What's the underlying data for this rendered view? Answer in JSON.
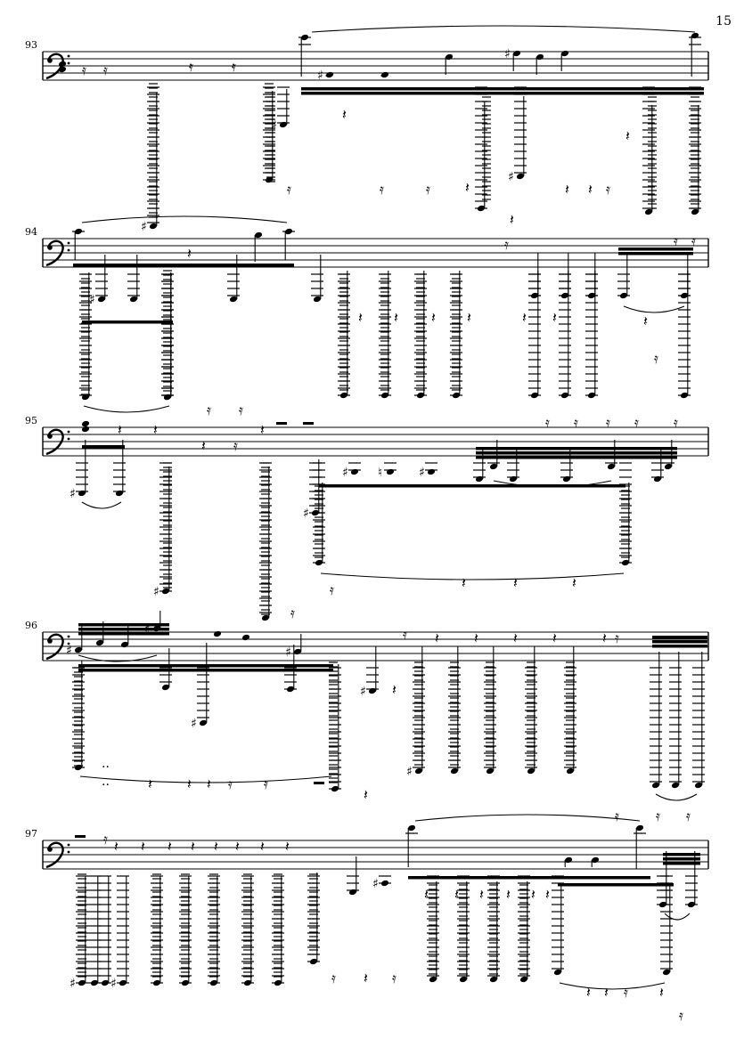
{
  "page": {
    "number": "15"
  },
  "systems": [
    {
      "measure": "93",
      "clef": "bass-clef-icon"
    },
    {
      "measure": "94",
      "clef": "bass-clef-icon"
    },
    {
      "measure": "95",
      "clef": "bass-clef-icon"
    },
    {
      "measure": "96",
      "clef": "bass-clef-icon"
    },
    {
      "measure": "97",
      "clef": "bass-clef-icon"
    }
  ],
  "symbols": {
    "sharp": "♯",
    "natural": "♮",
    "rest": "𝄽",
    "flag_rest": "𝄿"
  }
}
